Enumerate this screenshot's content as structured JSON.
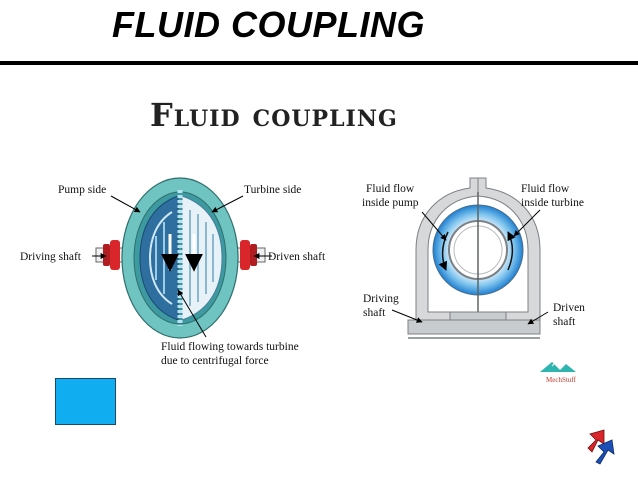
{
  "header": {
    "title": "FLUID COUPLING",
    "subtitle": "Fluid coupling"
  },
  "left_diagram": {
    "pump_side": "Pump side",
    "turbine_side": "Turbine side",
    "driving_shaft": "Driving shaft",
    "driven_shaft": "Driven shaft",
    "caption_line1": "Fluid flowing towards turbine",
    "caption_line2": "due to centrifugal force"
  },
  "right_diagram": {
    "flow_pump_line1": "Fluid flow",
    "flow_pump_line2": "inside pump",
    "flow_turbine_line1": "Fluid flow",
    "flow_turbine_line2": "inside turbine",
    "driving_line1": "Driving",
    "driving_line2": "shaft",
    "driven_line1": "Driven",
    "driven_line2": "shaft"
  },
  "logo": {
    "text": "MechStuff"
  },
  "colors": {
    "coupling_teal": "#6fc3c0",
    "flow_blue": "#2f8fd6",
    "shaft_red": "#d9262a",
    "square_blue": "#10aef0"
  },
  "icons": [
    "mechstuff-logo-icon",
    "corner-arrow-logo-icon"
  ]
}
